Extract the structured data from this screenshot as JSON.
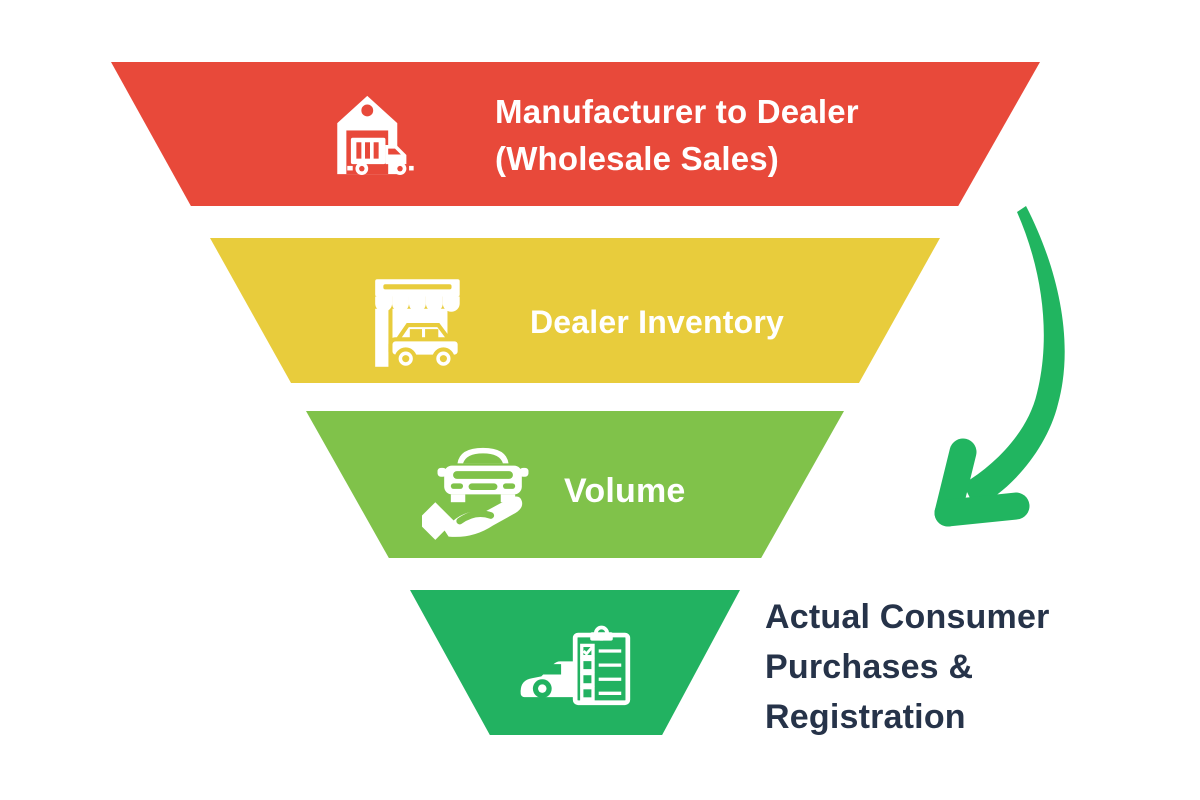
{
  "colors": {
    "red": "#E8493A",
    "yellow": "#E8CC3C",
    "light_green": "#80C24A",
    "green": "#22B261",
    "arrow_green": "#21B560",
    "navy": "#263349",
    "white": "#FFFFFF",
    "background": "#FFFFFF"
  },
  "funnel": {
    "levels": [
      {
        "id": "wholesale",
        "label": "Manufacturer to Dealer (Wholesale Sales)",
        "label_lines": [
          "Manufacturer to Dealer",
          "(Wholesale Sales)"
        ],
        "icon": "warehouse-truck-icon",
        "color": "#E8493A",
        "text_color": "#FFFFFF",
        "label_position": "inside"
      },
      {
        "id": "inventory",
        "label": "Dealer Inventory",
        "icon": "storefront-car-icon",
        "color": "#E8CC3C",
        "text_color": "#FFFFFF",
        "label_position": "inside"
      },
      {
        "id": "volume",
        "label": "Volume",
        "icon": "car-handover-icon",
        "color": "#80C24A",
        "text_color": "#FFFFFF",
        "label_position": "inside"
      },
      {
        "id": "registration",
        "label": "Actual Consumer Purchases & Registration",
        "label_lines": [
          "Actual Consumer",
          "Purchases &",
          "Registration"
        ],
        "icon": "car-checklist-icon",
        "color": "#22B261",
        "text_color": "#263349",
        "label_position": "outside-right"
      }
    ]
  },
  "annotation_arrow": {
    "description": "green curved arrow from top-right of funnel pointing down-left to bottom label",
    "color": "#21B560"
  }
}
